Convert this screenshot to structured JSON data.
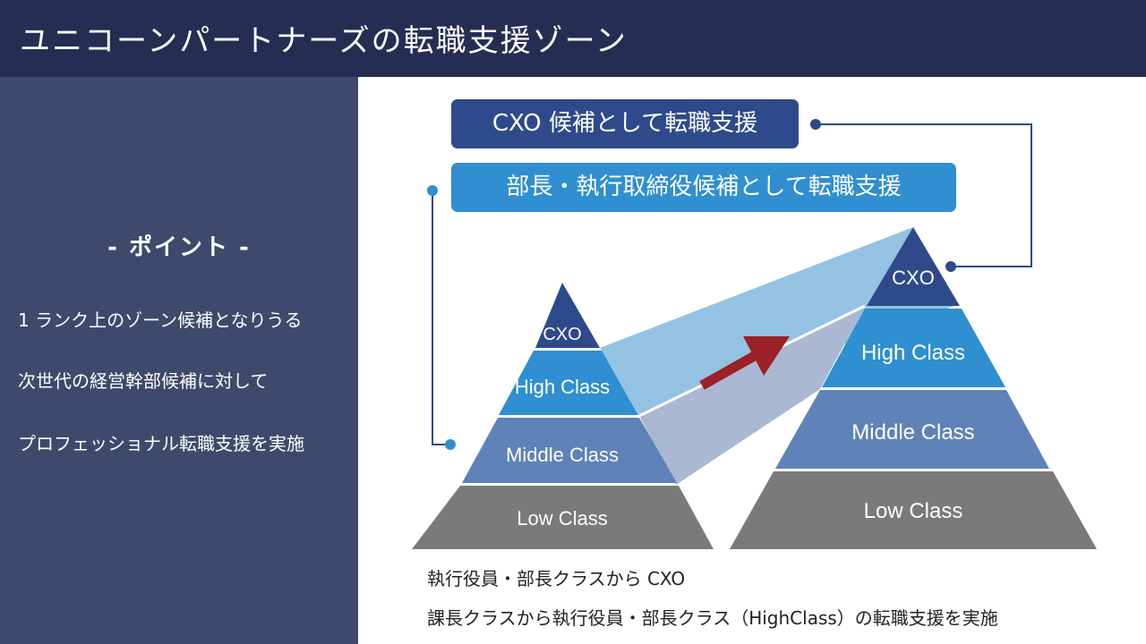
{
  "header": {
    "title": "ユニコーンパートナーズの転職支援ゾーン"
  },
  "sidebar": {
    "heading": "- ポイント -",
    "lines": [
      "1 ランク上のゾーン候補となりうる",
      "次世代の経営幹部候補に対して",
      "プロフェッショナル転職支援を実施"
    ]
  },
  "main": {
    "cxo_box": "CXO 候補として転職支援",
    "bucho_box": "部長・執行取締役候補として転職支援",
    "left_pyramid": {
      "levels": [
        "CXO",
        "High Class",
        "Middle Class",
        "Low Class"
      ]
    },
    "right_pyramid": {
      "levels": [
        "CXO",
        "High Class",
        "Middle Class",
        "Low Class"
      ]
    },
    "captions": [
      "執行役員・部長クラスから CXO",
      "課長クラスから執行役員・部長クラス（HighClass）の転職支援を実施"
    ]
  },
  "colors": {
    "cxo": "#2e4a8b",
    "high": "#2f8fd0",
    "middle": "#5f82b8",
    "low": "#7a7a7a",
    "arrow": "#9b2226",
    "connector": "#2e4a8b",
    "connector_light": "#2f8fd0"
  }
}
